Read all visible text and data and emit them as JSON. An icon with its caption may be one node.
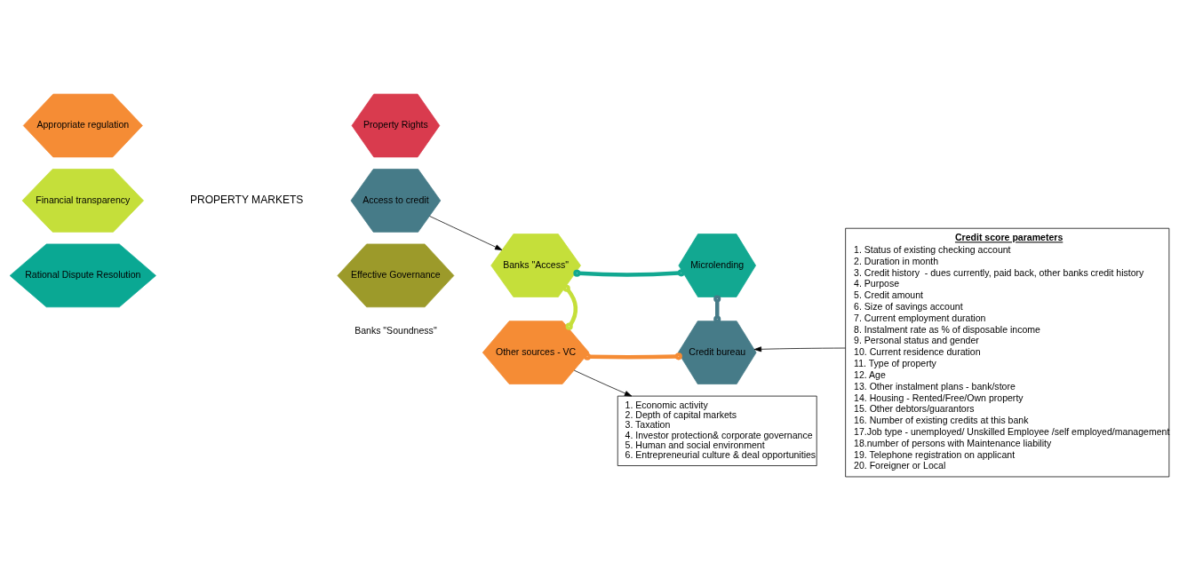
{
  "diagram": {
    "nodes": [
      {
        "text": [
          "Appropriate regulation"
        ]
      },
      {
        "text": [
          "Property Rights"
        ]
      },
      {
        "text": [
          "Financial transparency"
        ]
      },
      {
        "text": [
          "PROPERTY MARKETS"
        ]
      },
      {
        "text": [
          "Access to credit"
        ]
      },
      {
        "text": [
          "Rational Dispute Resolution"
        ]
      },
      {
        "text": [
          "Effective Governance"
        ]
      },
      {
        "text": [
          "Banks \"Access\""
        ]
      },
      {
        "text": [
          "Microlending"
        ]
      },
      {
        "text": [
          "Other sources - VC"
        ]
      },
      {
        "text": [
          "Credit bureau"
        ]
      },
      {
        "text": [
          "1. Economic activity",
          "2. Depth of capital markets",
          "3. Taxation",
          "4. Investor protection& corporate governance",
          "5. Human and social environment",
          "6. Entrepreneurial culture & deal opportunities"
        ]
      },
      {
        "text": [
          "Credit score parameters",
          "1. Status of existing checking account",
          "2. Duration in month",
          "3. Credit history  - dues currently, paid back, other banks credit history",
          "4. Purpose",
          "5. Credit amount",
          "6. Size of savings account",
          "7. Current employment duration",
          "8. Instalment rate as % of disposable income",
          "9. Personal status and gender",
          "10. Current residence duration",
          "11. Type of property",
          "12. Age",
          "13. Other instalment plans - bank/store",
          "14. Housing - Rented/Free/Own property",
          "15. Other debtors/guarantors",
          "16. Number of existing credits at this bank",
          "17.Job type - unemployed/ Unskilled Employee /self employed/management",
          "18.number of persons with Maintenance liability",
          "19. Telephone registration on applicant",
          "20. Foreigner or Local"
        ]
      }
    ],
    "edges": [
      {
        "from": 4,
        "to": 7,
        "arrow": "to"
      },
      {
        "from": 7,
        "to": 8,
        "arrow": "other",
        "color": "#12a891"
      },
      {
        "from": 7,
        "to": 9,
        "arrow": "other",
        "color": "#c5df3a"
      },
      {
        "from": 8,
        "to": 10,
        "arrow": "other",
        "color": "#467b88"
      },
      {
        "from": 9,
        "to": 10,
        "arrow": "other",
        "color": "#f58c35"
      },
      {
        "from": 9,
        "to": 11,
        "arrow": "to"
      },
      {
        "from": 12,
        "to": 10,
        "arrow": "to"
      }
    ],
    "labels": [
      "Banks \"Soundness\""
    ]
  }
}
